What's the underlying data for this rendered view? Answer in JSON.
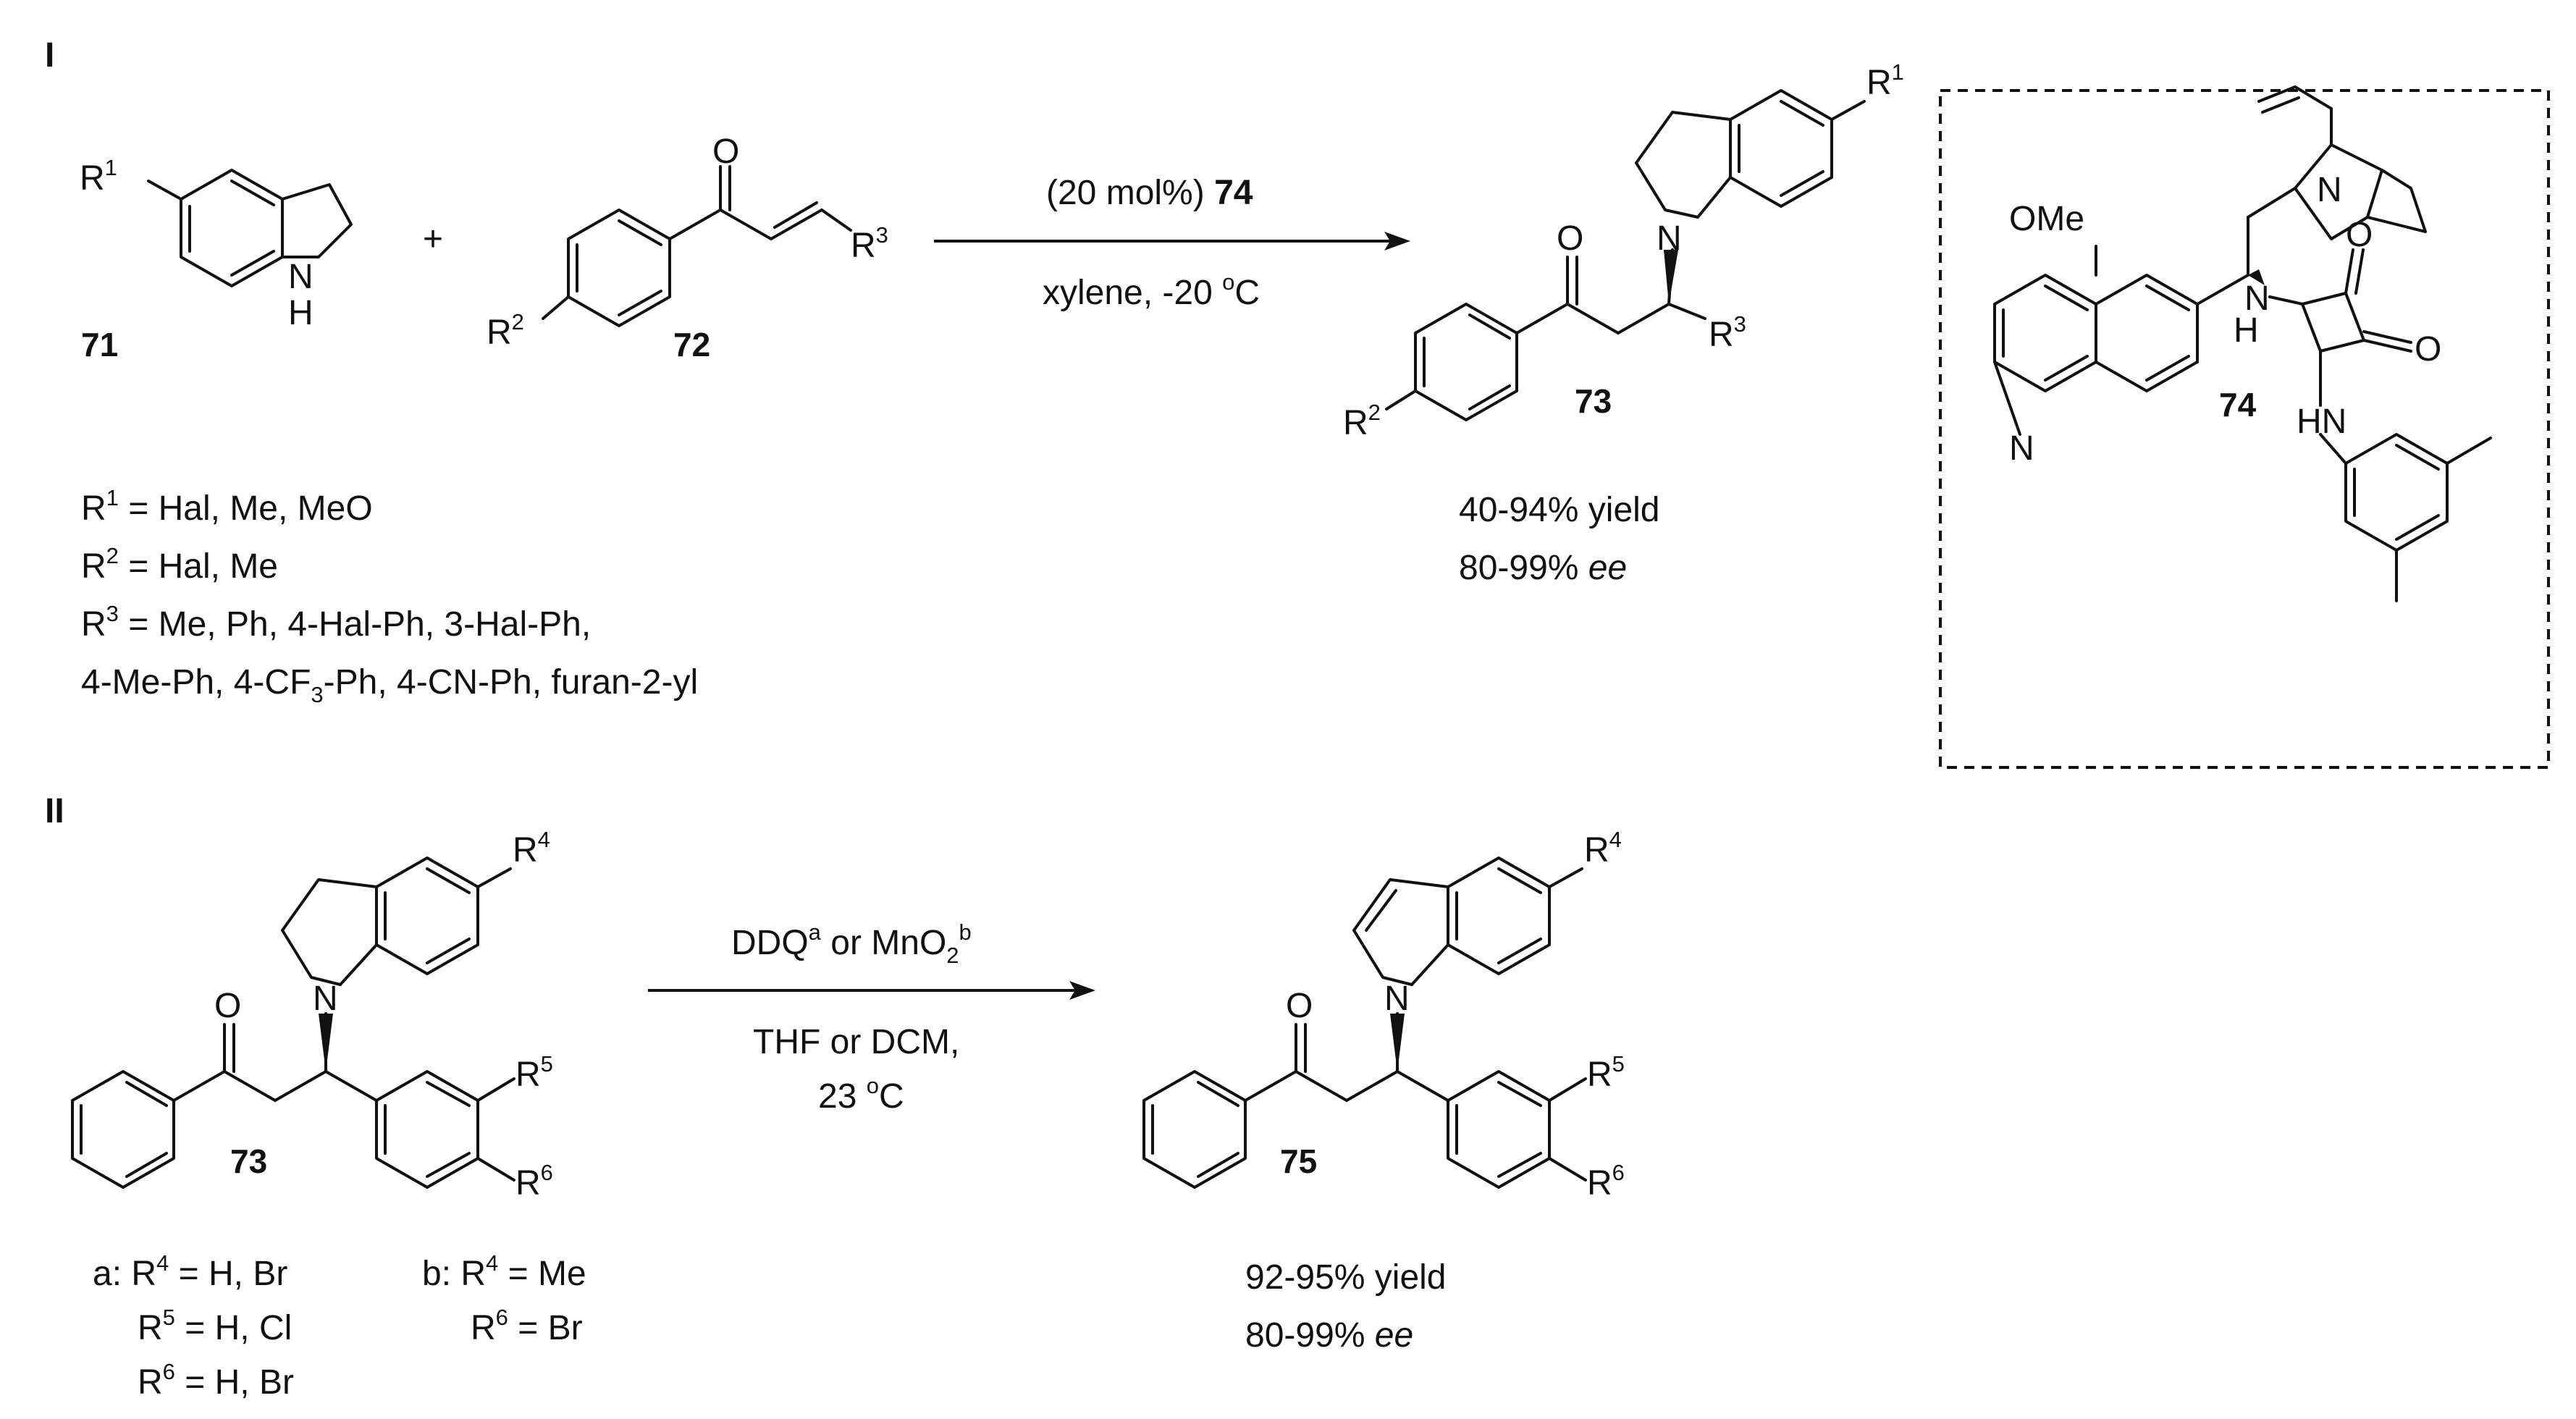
{
  "sections": {
    "one": "I",
    "two": "II"
  },
  "compounds": {
    "c71": "71",
    "c72": "72",
    "c73": "73",
    "c74": "74",
    "c73b": "73",
    "c75": "75"
  },
  "atoms": {
    "O": "O",
    "N": "N",
    "NH_N": "N",
    "NH_H": "H",
    "R": "R",
    "OMe": "OMe",
    "HN": "HN",
    "H": "H",
    "plus": "+"
  },
  "superscripts": {
    "s1": "1",
    "s2": "2",
    "s3": "3",
    "s4": "4",
    "s5": "5",
    "s6": "6"
  },
  "reaction1": {
    "catalyst_amount": "(20 mol%)",
    "catalyst_id": "74",
    "solvent_temp": "xylene, -20 ",
    "deg": "o",
    "unit": "C",
    "yield": "40-94% yield",
    "ee_value": "80-99% ",
    "ee_label": "ee"
  },
  "substituents1": {
    "r1_text": " = Hal, Me, MeO",
    "r2_text": " =  Hal, Me",
    "r3_text": " = Me, Ph, 4-Hal-Ph, 3-Hal-Ph,",
    "r3_line2_a": "4-Me-Ph, 4-CF",
    "r3_line2_sub": "3",
    "r3_line2_b": "-Ph, 4-CN-Ph, furan-2-yl"
  },
  "reaction2": {
    "reagent_a": "DDQ",
    "sup_a": "a",
    "or": " or MnO",
    "sub_2": "2",
    "sup_b": "b",
    "solvent": "THF or DCM,",
    "temp": "23 ",
    "deg": "o",
    "unit": "C",
    "yield": "92-95% yield",
    "ee_value": "80-99% ",
    "ee_label": "ee"
  },
  "substituents2": {
    "a_prefix": "a: ",
    "a_r4": " = H, Br",
    "a_r5": " = H, Cl",
    "a_r6": " = H, Br",
    "b_prefix": "b: ",
    "b_r4": " = Me",
    "b_r6": " =  Br"
  }
}
